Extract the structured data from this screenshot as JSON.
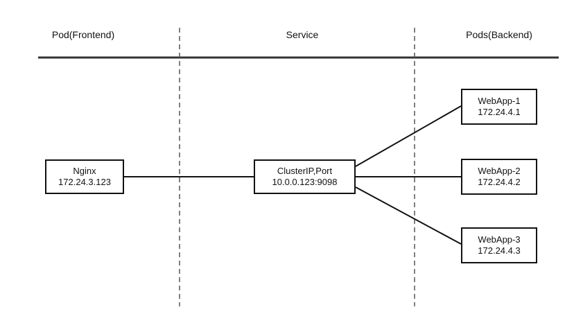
{
  "lanes": {
    "frontend": "Pod(Frontend)",
    "service": "Service",
    "backend": "Pods(Backend)"
  },
  "nodes": {
    "nginx": {
      "name": "Nginx",
      "ip": "172.24.3.123"
    },
    "service": {
      "name": "ClusterIP,Port",
      "ip": "10.0.0.123:9098"
    },
    "webapp1": {
      "name": "WebApp-1",
      "ip": "172.24.4.1"
    },
    "webapp2": {
      "name": "WebApp-2",
      "ip": "172.24.4.2"
    },
    "webapp3": {
      "name": "WebApp-3",
      "ip": "172.24.4.3"
    }
  }
}
